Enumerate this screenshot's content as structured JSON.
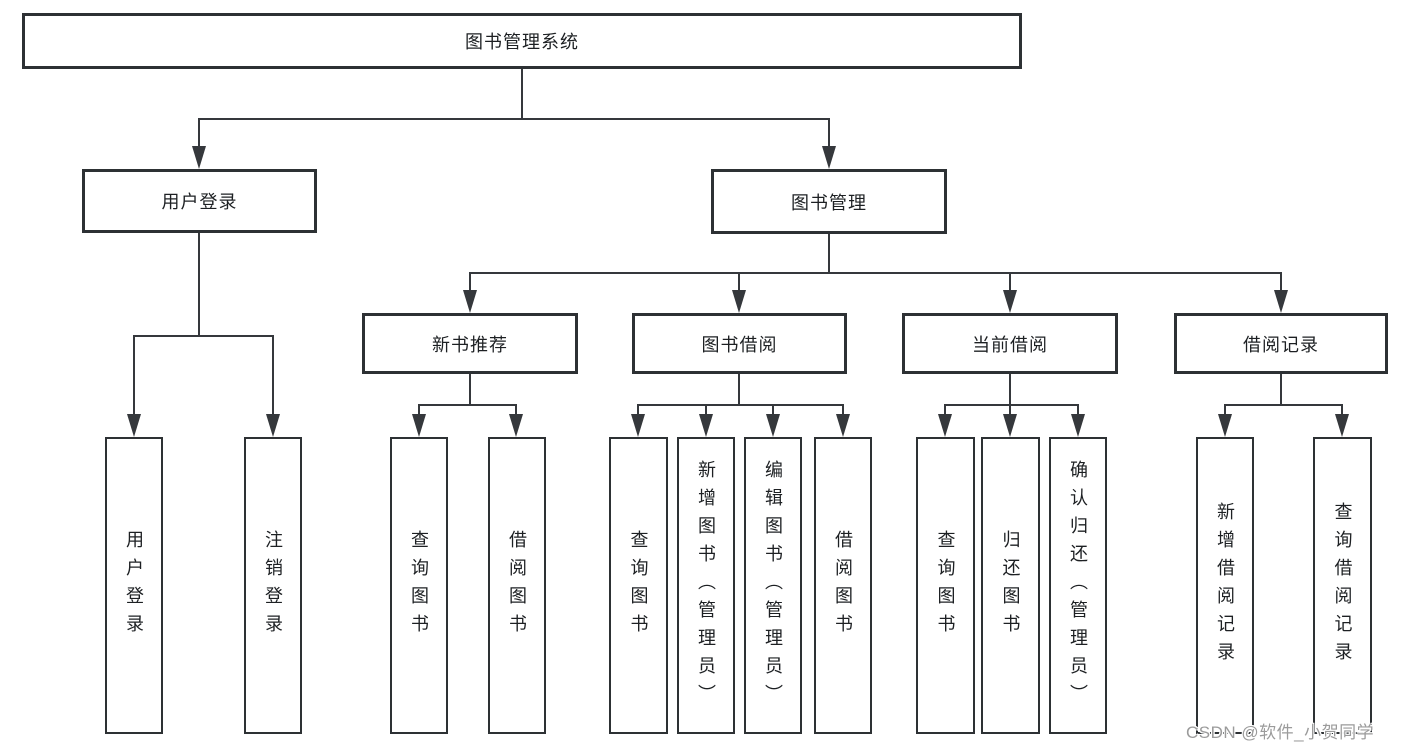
{
  "diagram": {
    "root": {
      "label": "图书管理系统"
    },
    "branches": {
      "user_login": {
        "label": "用户登录",
        "children": [
          "用户登录",
          "注销登录"
        ]
      },
      "book_management": {
        "label": "图书管理",
        "sections": {
          "new_book_recommend": {
            "label": "新书推荐",
            "children": [
              "查询图书",
              "借阅图书"
            ]
          },
          "book_borrow": {
            "label": "图书借阅",
            "children": [
              "查询图书",
              "新增图书（管理员）",
              "编辑图书（管理员）",
              "借阅图书"
            ]
          },
          "current_borrow": {
            "label": "当前借阅",
            "children": [
              "查询图书",
              "归还图书",
              "确认归还（管理员）"
            ]
          },
          "borrow_records": {
            "label": "借阅记录",
            "children": [
              "新增借阅记录",
              "查询借阅记录"
            ]
          }
        }
      }
    }
  },
  "watermark": "CSDN @软件_小贺同学",
  "colors": {
    "line": "#35383c",
    "box_border": "#2d3134",
    "text": "#1d2023",
    "watermark_text": "#9b9b9b",
    "background": "#ffffff"
  }
}
